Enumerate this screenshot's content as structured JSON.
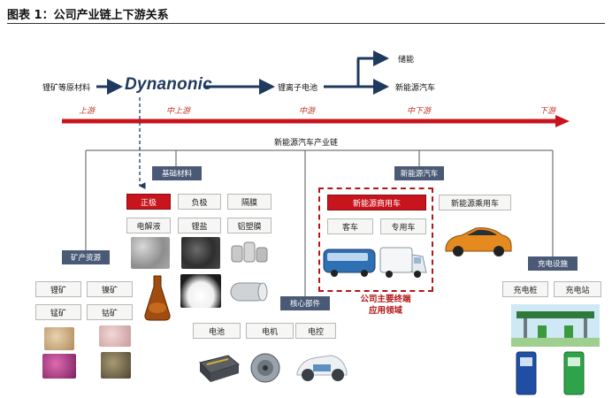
{
  "figure_title": "图表 1：公司产业链上下游关系",
  "flow": {
    "input": "锂矿等原材料",
    "brand": "Dynanonic",
    "product": "锂离子电池",
    "out_top": "储能",
    "out_bottom": "新能源汽车"
  },
  "stages": [
    "上游",
    "中上游",
    "中游",
    "中下游",
    "下游"
  ],
  "chain_title": "新能源汽车产业链",
  "categories": {
    "basic_materials": "基础材料",
    "nev": "新能源汽车",
    "mining": "矿产资源",
    "core_parts": "核心部件",
    "charging": "充电设施"
  },
  "materials": [
    "正极",
    "负极",
    "隔膜",
    "电解液",
    "锂盐",
    "铝塑膜"
  ],
  "vehicles": {
    "commercial": "新能源商用车",
    "passenger": "新能源乘用车",
    "bus": "客车",
    "special": "专用车"
  },
  "note": [
    "公司主要终端",
    "应用领域"
  ],
  "minerals": [
    "锂矿",
    "镍矿",
    "锰矿",
    "钴矿"
  ],
  "core_parts": [
    "电池",
    "电机",
    "电控"
  ],
  "charging_items": [
    "充电桩",
    "充电站"
  ],
  "colors": {
    "arrow_navy": "#1f3a5f",
    "stage_bar_red": "#c8141c",
    "category_box": "#4a5a76",
    "highlight_red": "#c8141c"
  }
}
